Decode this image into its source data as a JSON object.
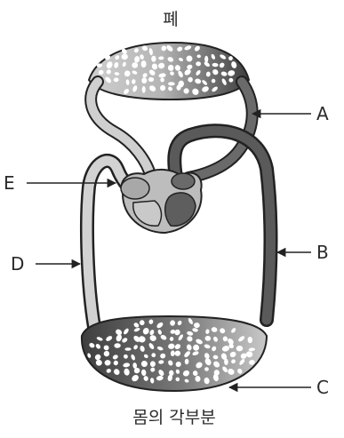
{
  "organs": {
    "top": "폐",
    "bottom": "몸의 각부분"
  },
  "labels": {
    "a": "A",
    "b": "B",
    "c": "C",
    "d": "D",
    "e": "E"
  },
  "colors": {
    "oxygenated": "#5a5a5a",
    "deoxygenated": "#c8c8c8",
    "outline": "#222222",
    "background": "#ffffff"
  }
}
